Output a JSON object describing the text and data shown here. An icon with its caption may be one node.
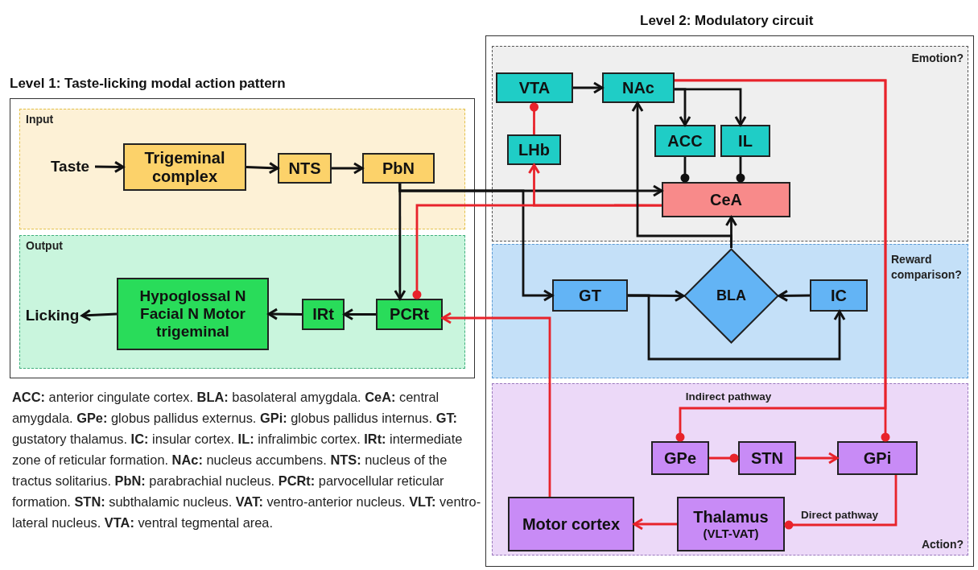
{
  "diagram": {
    "nodes": [
      {
        "text": [
          "Level 1: Taste-licking modal action pattern"
        ]
      },
      {
        "text": [
          "Input"
        ],
        "in": 0
      },
      {
        "text": [
          "Taste"
        ],
        "in": 1
      },
      {
        "text": [
          "Trigeminal complex"
        ],
        "in": 1
      },
      {
        "text": [
          "NTS"
        ],
        "in": 1
      },
      {
        "text": [
          "PbN"
        ],
        "in": 1
      },
      {
        "text": [
          "Output"
        ],
        "in": 0
      },
      {
        "text": [
          "PCRt"
        ],
        "in": 6
      },
      {
        "text": [
          "IRt"
        ],
        "in": 6
      },
      {
        "text": [
          "Hypoglossal N Facial N Motor trigeminal"
        ],
        "in": 6
      },
      {
        "text": [
          "Licking"
        ],
        "in": 6
      },
      {
        "text": [
          "Level 2: Modulatory circuit"
        ]
      },
      {
        "text": [
          "Emotion?"
        ],
        "in": 11
      },
      {
        "text": [
          "VTA"
        ],
        "in": 12
      },
      {
        "text": [
          "NAc"
        ],
        "in": 12
      },
      {
        "text": [
          "LHb"
        ],
        "in": 12
      },
      {
        "text": [
          "ACC"
        ],
        "in": 12
      },
      {
        "text": [
          "IL"
        ],
        "in": 12
      },
      {
        "text": [
          "CeA"
        ],
        "in": 12
      },
      {
        "text": [
          "Reward comparison?"
        ],
        "in": 11
      },
      {
        "text": [
          "GT"
        ],
        "in": 19
      },
      {
        "text": [
          "BLA"
        ],
        "in": 19
      },
      {
        "text": [
          "IC"
        ],
        "in": 19
      },
      {
        "text": [
          "Action?"
        ],
        "in": 11
      },
      {
        "text": [
          "GPe"
        ],
        "in": 23
      },
      {
        "text": [
          "STN"
        ],
        "in": 23
      },
      {
        "text": [
          "GPi"
        ],
        "in": 23
      },
      {
        "text": [
          "Motor cortex"
        ],
        "in": 23
      },
      {
        "text": [
          "Thalamus",
          "(VLT-VAT)"
        ],
        "in": 23
      }
    ],
    "edges": [
      {
        "from": 2,
        "to": 3,
        "arrow": "to"
      },
      {
        "from": 3,
        "to": 4,
        "arrow": "to"
      },
      {
        "from": 4,
        "to": 5,
        "arrow": "to"
      },
      {
        "from": 5,
        "to": 7,
        "arrow": "to"
      },
      {
        "from": 5,
        "to": 18,
        "arrow": "to"
      },
      {
        "from": 5,
        "to": 20,
        "arrow": "to"
      },
      {
        "from": 7,
        "to": 8,
        "arrow": "to"
      },
      {
        "from": 8,
        "to": 9,
        "arrow": "to"
      },
      {
        "from": 9,
        "to": 10,
        "arrow": "to"
      },
      {
        "from": 18,
        "to": 7,
        "arrow": "other",
        "color": "#e8232b"
      },
      {
        "from": 18,
        "to": 15,
        "arrow": "to",
        "color": "#e8232b"
      },
      {
        "from": 15,
        "to": 13,
        "arrow": "other",
        "color": "#e8232b"
      },
      {
        "from": 13,
        "to": 14,
        "arrow": "to"
      },
      {
        "from": 14,
        "to": 16,
        "arrow": "to"
      },
      {
        "from": 14,
        "to": 17,
        "arrow": "to"
      },
      {
        "from": 16,
        "to": 18,
        "arrow": "other"
      },
      {
        "from": 17,
        "to": 18,
        "arrow": "other"
      },
      {
        "from": 21,
        "to": 18,
        "arrow": "to"
      },
      {
        "from": 21,
        "to": 14,
        "arrow": "to"
      },
      {
        "from": 20,
        "to": 21,
        "arrow": "to"
      },
      {
        "from": 20,
        "to": 22,
        "arrow": "to"
      },
      {
        "from": 22,
        "to": 21,
        "arrow": "to"
      },
      {
        "from": 14,
        "to": 26,
        "arrow": "other",
        "color": "#e8232b"
      },
      {
        "from": 14,
        "to": 24,
        "arrow": "other",
        "label": "Indirect pathway",
        "color": "#e8232b"
      },
      {
        "from": 24,
        "to": 25,
        "arrow": "other",
        "color": "#e8232b"
      },
      {
        "from": 25,
        "to": 26,
        "arrow": "to",
        "color": "#e8232b"
      },
      {
        "from": 26,
        "to": 28,
        "arrow": "other",
        "label": "Direct pathway",
        "color": "#e8232b"
      },
      {
        "from": 28,
        "to": 27,
        "arrow": "to",
        "color": "#e8232b"
      },
      {
        "from": 27,
        "to": 7,
        "arrow": "to",
        "color": "#e8232b"
      }
    ],
    "labels": [
      "**ACC:** anterior cingulate cortex. **BLA:** basolateral amygdala. **CeA:** central amygdala. **GPe:** globus pallidus externus. **GPi:** globus pallidus internus. **GT:** gustatory thalamus. **IC:** insular cortex. **IL:** infralimbic cortex. **IRt:** intermediate zone of reticular formation. **NAc:** nucleus accumbens. **NTS:** nucleus of the tractus solitarius. **PbN:** parabrachial nucleus. **PCRt:** parvocellular reticular formation. **STN:** subthalamic nucleus. **VAT:** ventro-anterior nucleus. **VLT:** ventro-lateral nucleus. **VTA:** ventral tegmental area."
    ]
  }
}
